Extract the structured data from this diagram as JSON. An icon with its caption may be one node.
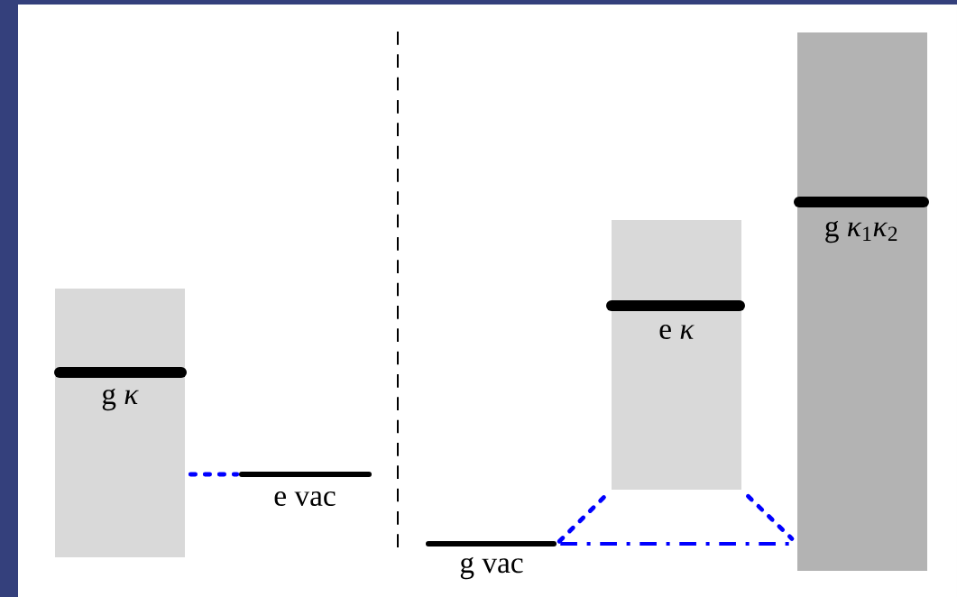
{
  "diagram": {
    "nodes": [
      {
        "text": [
          "g *κ*"
        ]
      },
      {
        "text": [
          "e vac"
        ]
      },
      {
        "text": [
          "g vac"
        ]
      },
      {
        "text": [
          "e *κ*"
        ]
      },
      {
        "text": [
          "g *κ*$_{1}$*κ*$_{2}$"
        ]
      }
    ],
    "edges": [
      {
        "from": 0,
        "to": 1,
        "arrow": "none",
        "style": "dashed",
        "color": "#0000ff"
      },
      {
        "from": 2,
        "to": 3,
        "arrow": "none",
        "style": "dashed",
        "color": "#0000ff"
      },
      {
        "from": 3,
        "to": 4,
        "arrow": "none",
        "style": "dashed",
        "color": "#0000ff"
      },
      {
        "from": 2,
        "to": 4,
        "arrow": "none",
        "style": "dashed",
        "color": "#0000ff"
      }
    ]
  }
}
